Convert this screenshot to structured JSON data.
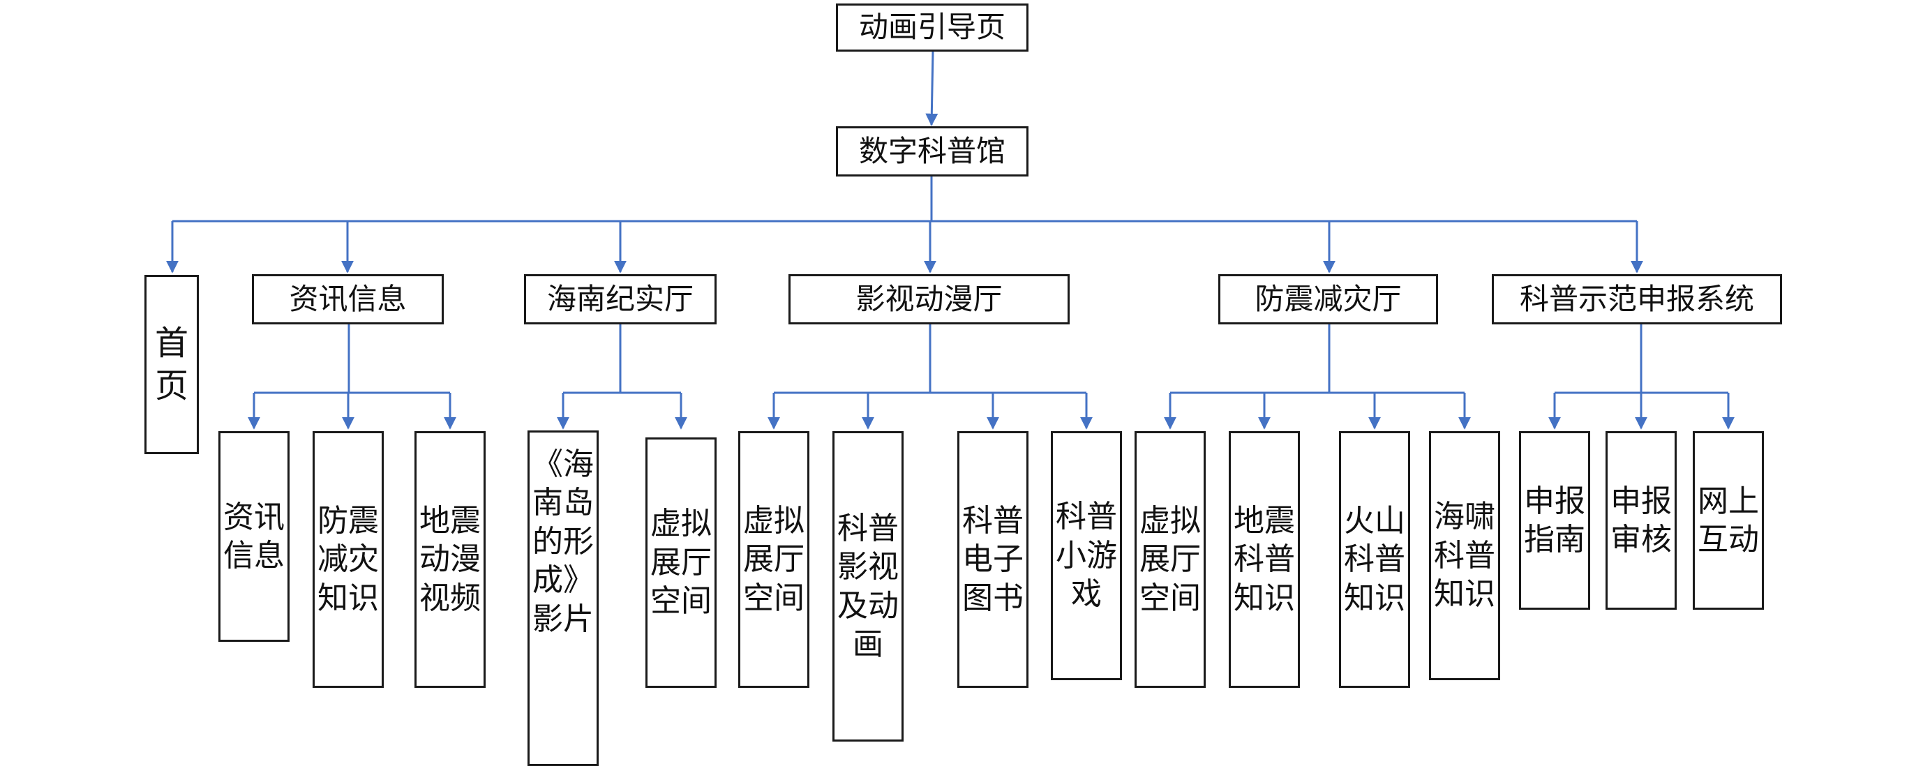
{
  "colors": {
    "connector": "#4472C4",
    "border": "#1a1a1a",
    "text": "#111111",
    "background": "#ffffff"
  },
  "nodes": {
    "root": "动画引导页",
    "museum": "数字科普馆",
    "home": "首页",
    "news": "资讯信息",
    "news_sub_1": "资讯信息",
    "news_sub_2": "防震减灾知识",
    "news_sub_3": "地震动漫视频",
    "hainan": "海南纪实厅",
    "hainan_sub_1": "《海南岛的形成》影片",
    "hainan_sub_2": "虚拟展厅空间",
    "media": "影视动漫厅",
    "media_sub_1": "虚拟展厅空间",
    "media_sub_2": "科普影视及动画",
    "media_sub_3": "科普电子图书",
    "media_sub_4": "科普小游戏",
    "quake": "防震减灾厅",
    "quake_sub_1": "虚拟展厅空间",
    "quake_sub_2": "地震科普知识",
    "quake_sub_3": "火山科普知识",
    "quake_sub_4": "海啸科普知识",
    "demo": "科普示范申报系统",
    "demo_sub_1": "申报指南",
    "demo_sub_2": "申报审核",
    "demo_sub_3": "网上互动"
  }
}
